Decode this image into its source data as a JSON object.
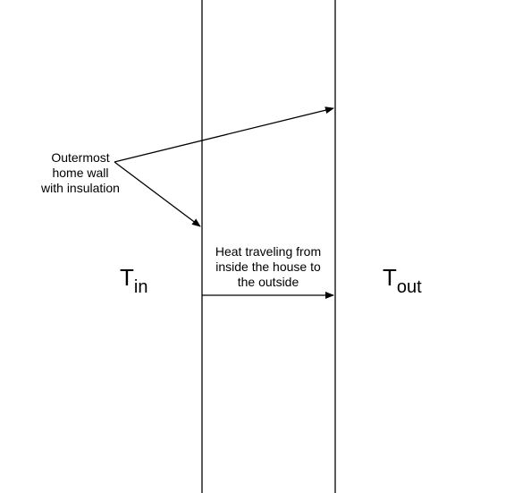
{
  "callout": {
    "lines": [
      "Outermost",
      "home wall",
      "with insulation"
    ]
  },
  "heat_label": {
    "lines": [
      "Heat traveling from",
      "inside the house to",
      "the outside"
    ]
  },
  "temperatures": {
    "inside": {
      "symbol": "T",
      "subscript": "in"
    },
    "outside": {
      "symbol": "T",
      "subscript": "out"
    }
  },
  "colors": {
    "line": "#000000",
    "background": "#ffffff"
  }
}
